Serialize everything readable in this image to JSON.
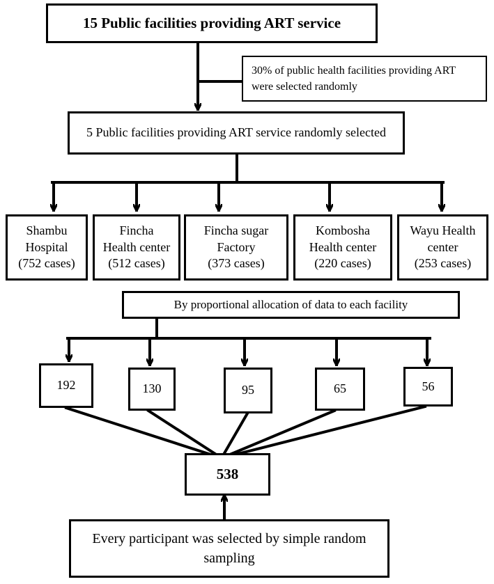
{
  "diagram": {
    "top": "15 Public facilities providing ART service",
    "note": [
      "30% of public health facilities providing ART",
      "were selected randomly"
    ],
    "selected": "5 Public facilities providing ART service randomly selected",
    "facilities": [
      {
        "lines": [
          "Shambu",
          "Hospital",
          "(752 cases)"
        ]
      },
      {
        "lines": [
          "Fincha",
          "Health center",
          "(512 cases)"
        ]
      },
      {
        "lines": [
          "Fincha sugar",
          "Factory",
          "(373 cases)"
        ]
      },
      {
        "lines": [
          "Kombosha",
          "Health center",
          "(220 cases)"
        ]
      },
      {
        "lines": [
          "Wayu Health",
          "center",
          "(253 cases)"
        ]
      }
    ],
    "allocation": "By proportional allocation of data to each facility",
    "samples": [
      "192",
      "130",
      "95",
      "65",
      "56"
    ],
    "total": "538",
    "method": [
      "Every participant was selected by simple random",
      "sampling"
    ]
  }
}
